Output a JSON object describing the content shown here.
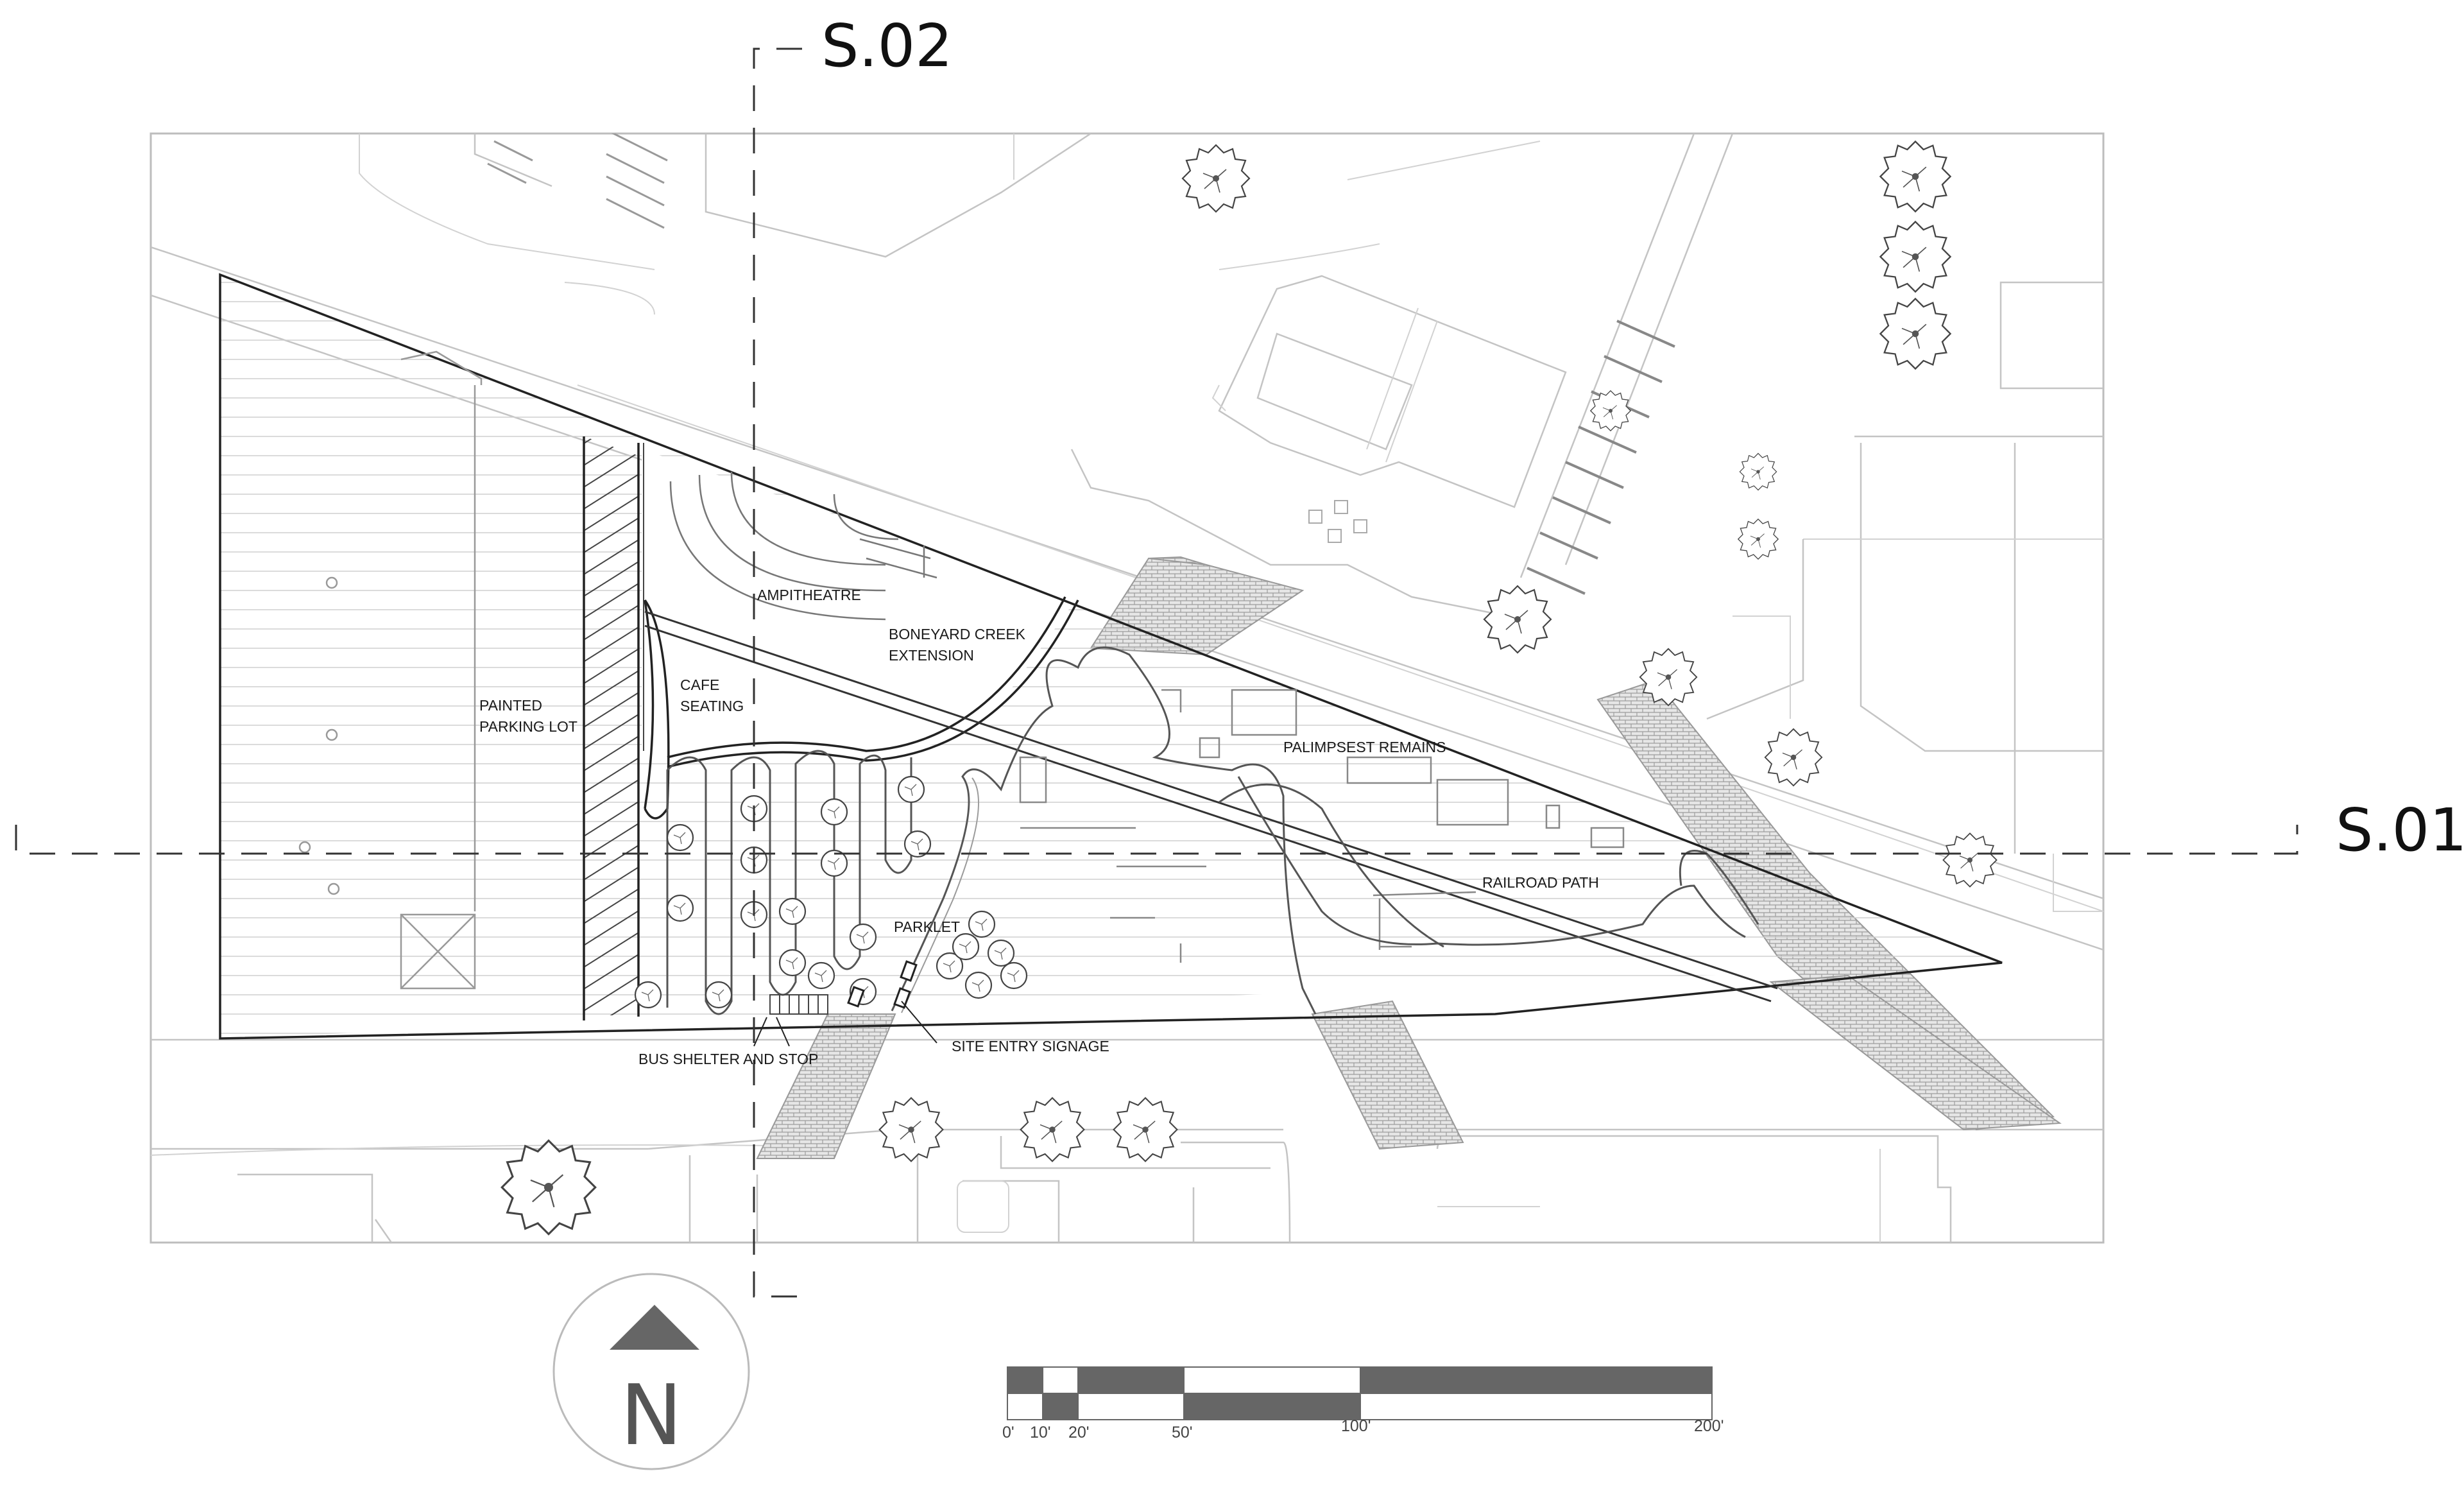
{
  "sections": {
    "s02": "S.02",
    "s01": "S.01"
  },
  "labels": {
    "amphitheatre": "AMPITHEATRE",
    "boneyard_line1": "BONEYARD CREEK",
    "boneyard_line2": "EXTENSION",
    "cafe_line1": "CAFE",
    "cafe_line2": "SEATING",
    "parking_line1": "PAINTED",
    "parking_line2": "PARKING LOT",
    "palimpsest": "PALIMPSEST REMAINS",
    "railroad": "RAILROAD PATH",
    "parklet": "PARKLET",
    "bus": "BUS SHELTER AND STOP",
    "signage": "SITE ENTRY SIGNAGE"
  },
  "north": {
    "letter": "N"
  },
  "scale_bar": {
    "ticks": [
      "0'",
      "10'",
      "20'",
      "50'",
      "100'",
      "200'"
    ],
    "colors": {
      "dark": "#666666",
      "light": "#ffffff"
    }
  },
  "colors": {
    "site_outline": "#222222",
    "context_lines": "#c4c4c4",
    "crosswalk": "#bdbdbd"
  }
}
